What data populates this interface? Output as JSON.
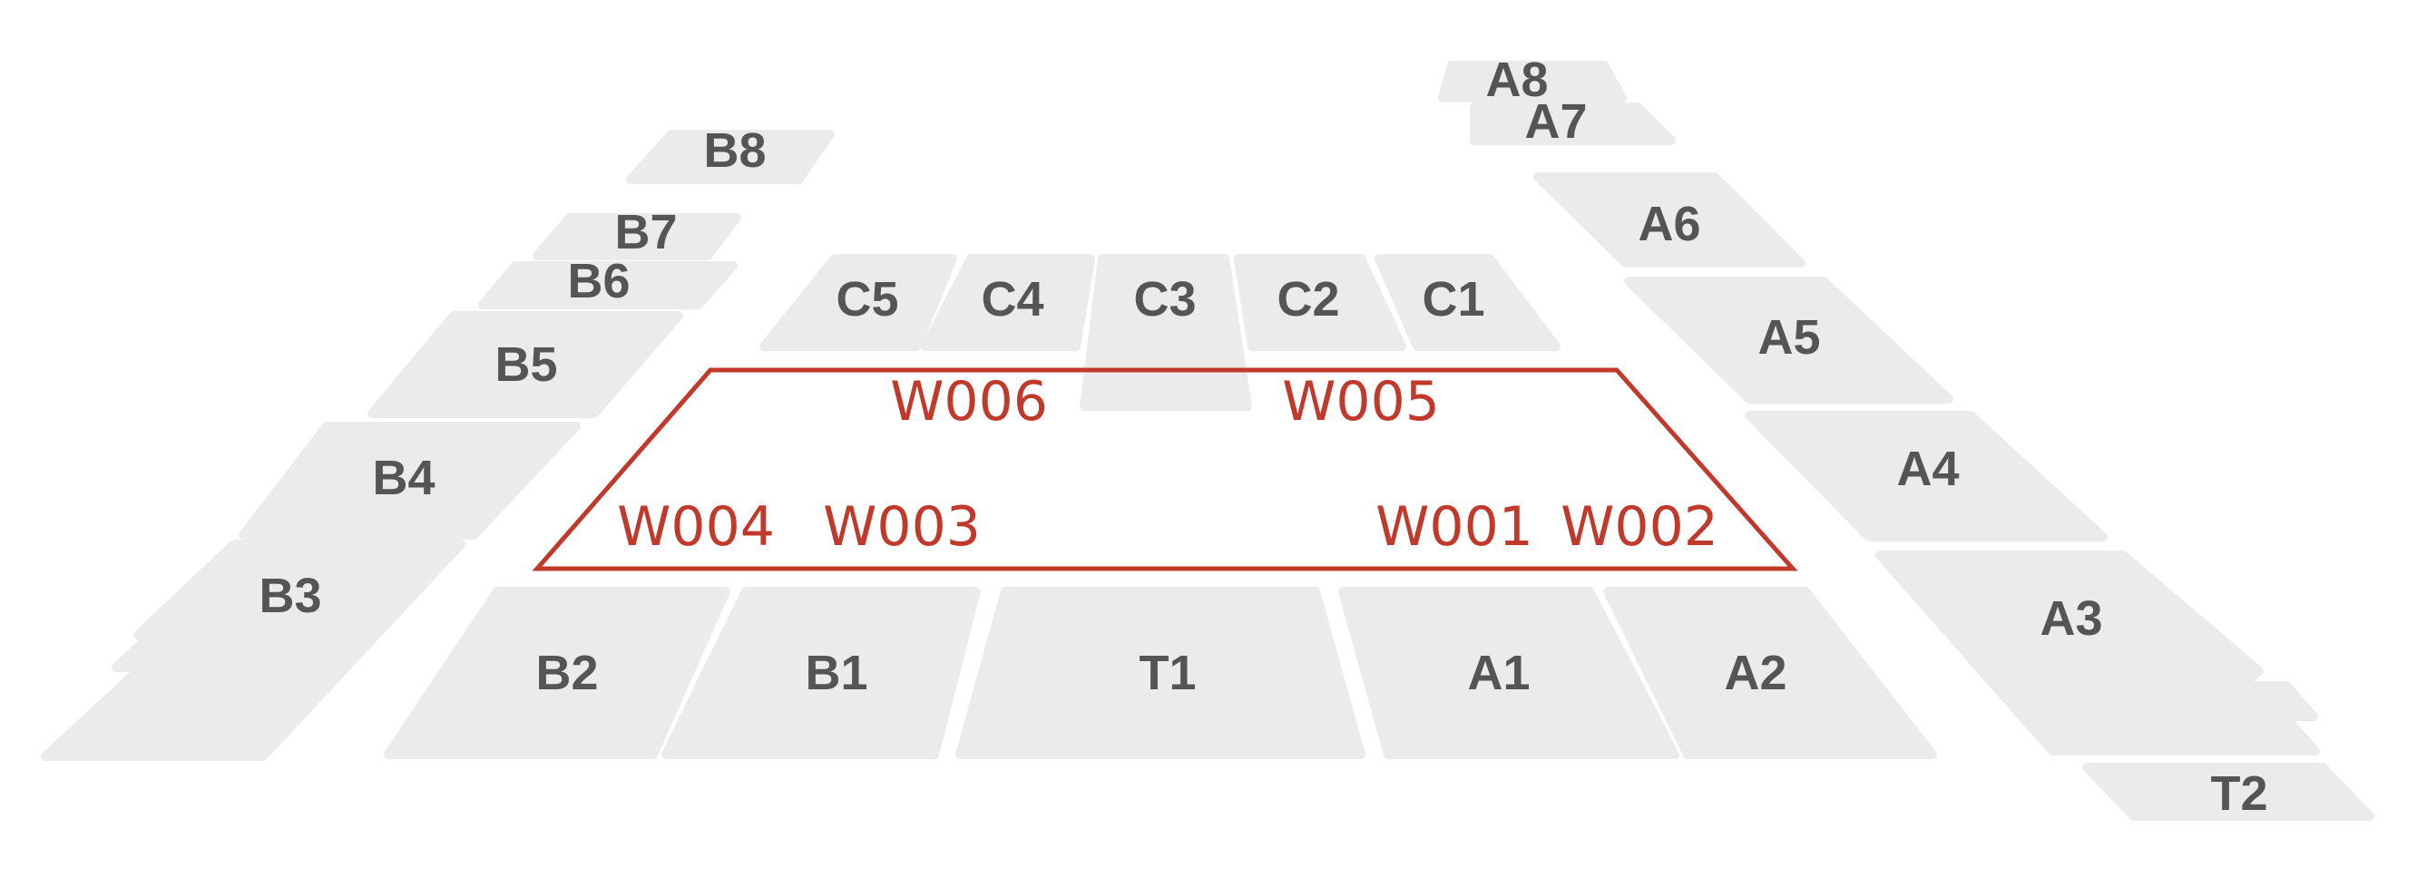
{
  "colors": {
    "section_fill": "#ebebeb",
    "label": "#555555",
    "accent": "#c0392b",
    "background": "#ffffff"
  },
  "sections": {
    "B8": "B8",
    "B7": "B7",
    "B6": "B6",
    "B5": "B5",
    "B4": "B4",
    "B3": "B3",
    "B2": "B2",
    "B1": "B1",
    "T1": "T1",
    "T2": "T2",
    "C5": "C5",
    "C4": "C4",
    "C3": "C3",
    "C2": "C2",
    "C1": "C1",
    "A1": "A1",
    "A2": "A2",
    "A3": "A3",
    "A4": "A4",
    "A5": "A5",
    "A6": "A6",
    "A7": "A7",
    "A8": "A8"
  },
  "floor_zones": {
    "W001": "W001",
    "W002": "W002",
    "W003": "W003",
    "W004": "W004",
    "W005": "W005",
    "W006": "W006"
  }
}
